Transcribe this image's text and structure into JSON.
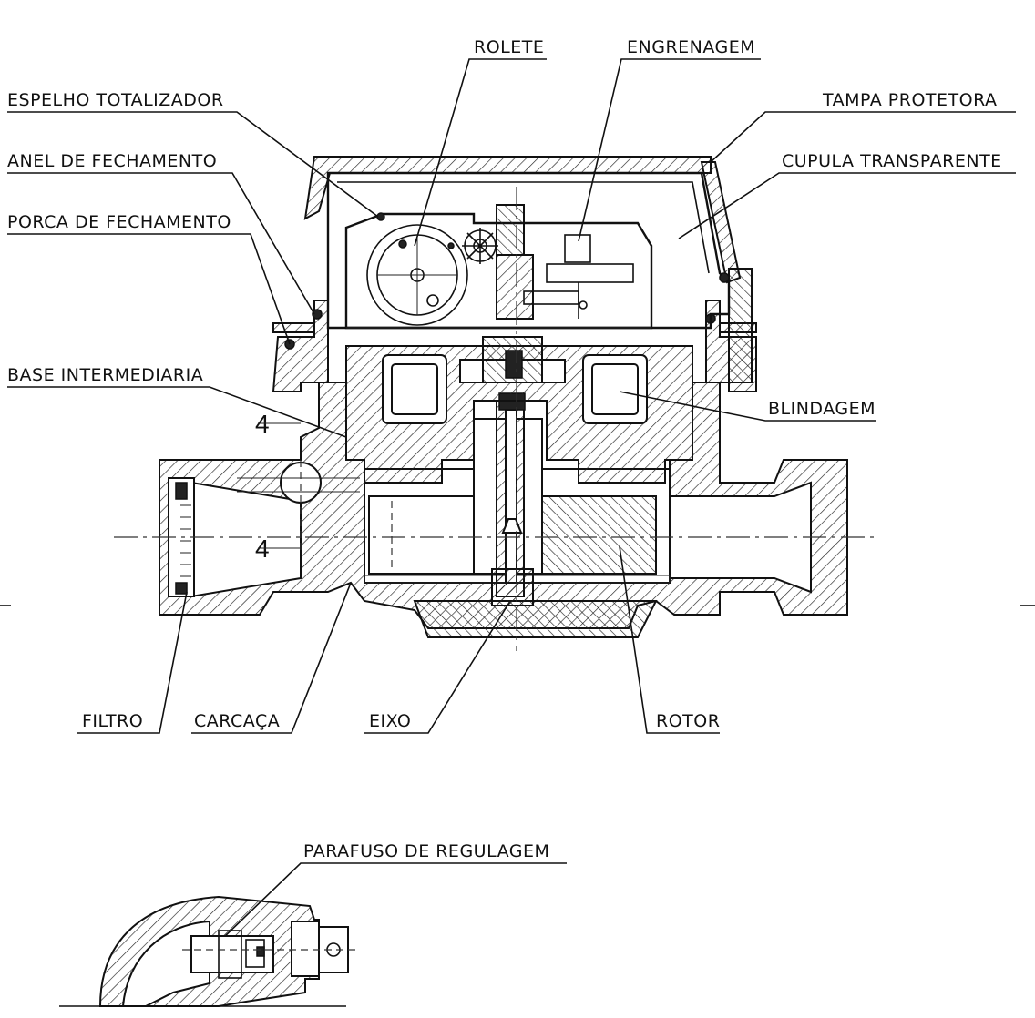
{
  "labels": {
    "rolete": "ROLETE",
    "engrenagem": "ENGRENAGEM",
    "espelho_totalizador": "ESPELHO TOTALIZADOR",
    "tampa_protetora": "TAMPA PROTETORA",
    "anel_de_fechamento": "ANEL DE FECHAMENTO",
    "cupula_transparente": "CUPULA TRANSPARENTE",
    "porca_de_fechamento": "PORCA DE FECHAMENTO",
    "base_intermediaria": "BASE INTERMEDIARIA",
    "blindagem": "BLINDAGEM",
    "filtro": "FILTRO",
    "carcaca": "CARCAÇA",
    "eixo": "EIXO",
    "rotor": "ROTOR",
    "parafuso_de_regulagem": "PARAFUSO DE REGULAGEM"
  },
  "colors": {
    "ink": "#111111",
    "paper": "#ffffff"
  }
}
